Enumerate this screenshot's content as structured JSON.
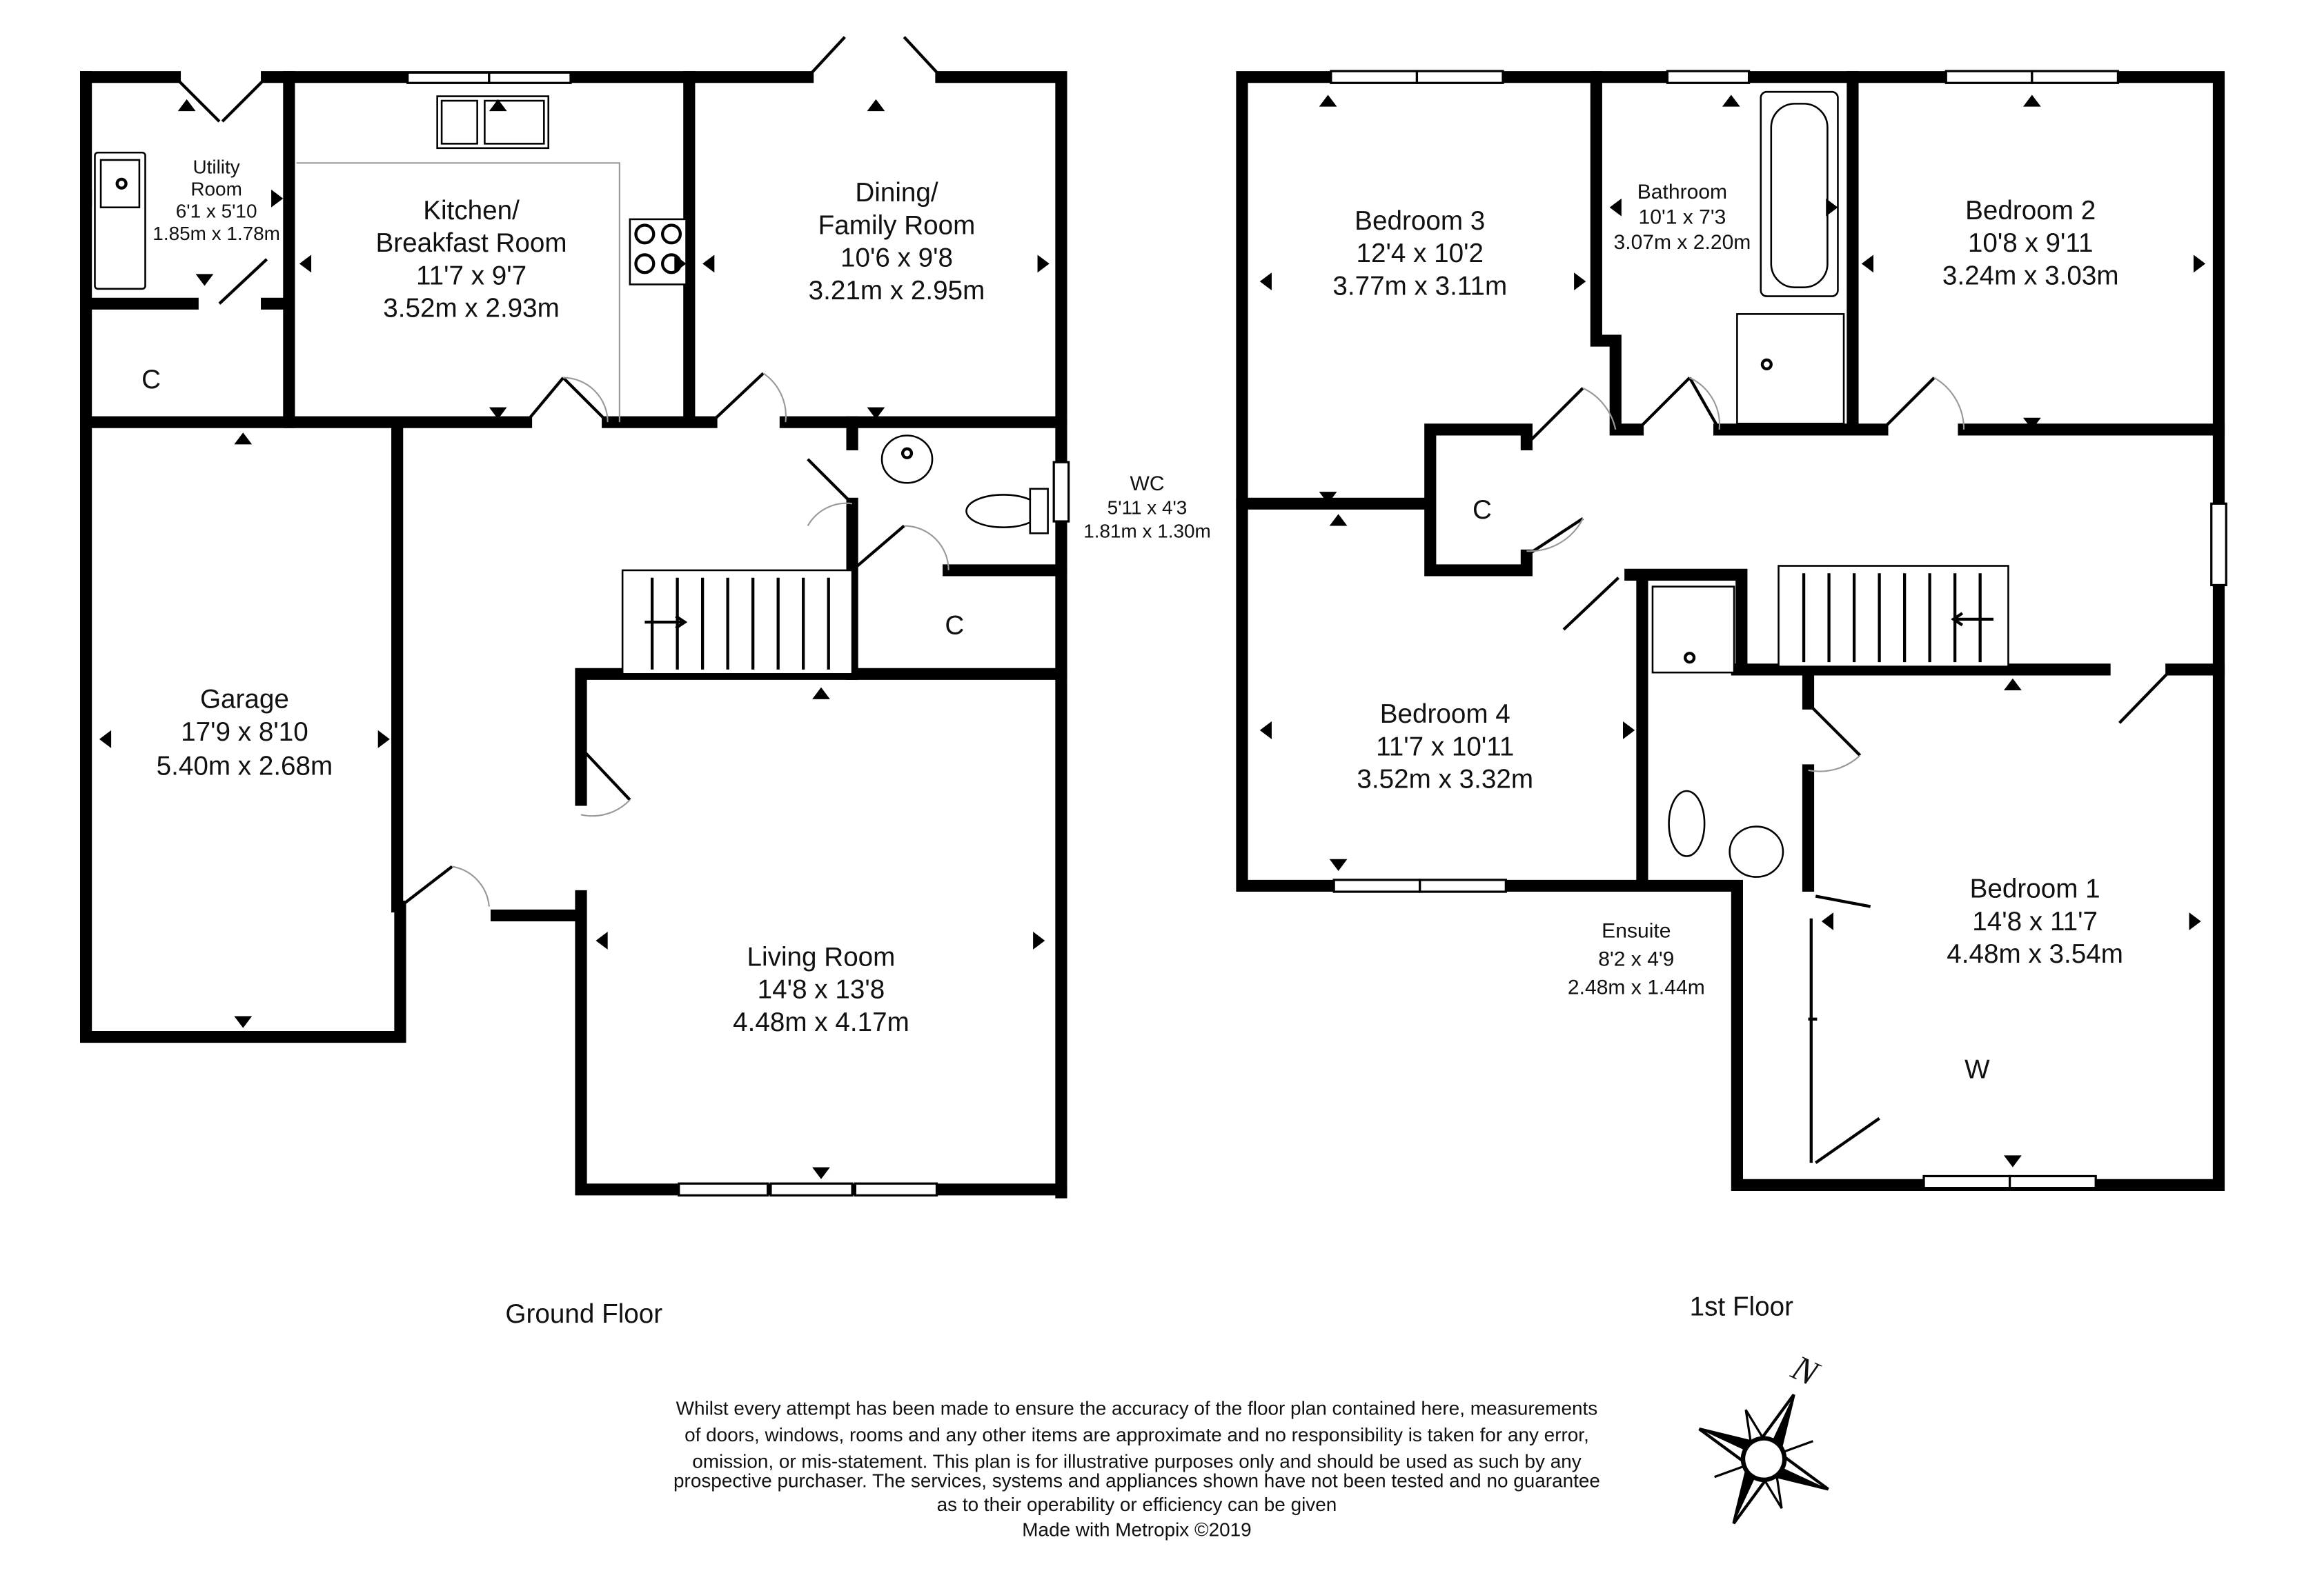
{
  "ground_floor": {
    "title": "Ground Floor",
    "rooms": {
      "utility": {
        "name1": "Utility",
        "name2": "Room",
        "imperial": "6'1 x 5'10",
        "metric": "1.85m x 1.78m"
      },
      "kitchen": {
        "name1": "Kitchen/",
        "name2": "Breakfast Room",
        "imperial": "11'7 x 9'7",
        "metric": "3.52m x 2.93m"
      },
      "dining": {
        "name1": "Dining/",
        "name2": "Family Room",
        "imperial": "10'6 x 9'8",
        "metric": "3.21m x 2.95m"
      },
      "cupboard1": {
        "name": "C"
      },
      "wc": {
        "name": "WC",
        "imperial": "5'11 x 4'3",
        "metric": "1.81m x 1.30m"
      },
      "cupboard2": {
        "name": "C"
      },
      "garage": {
        "name": "Garage",
        "imperial": "17'9 x 8'10",
        "metric": "5.40m x 2.68m"
      },
      "living": {
        "name": "Living Room",
        "imperial": "14'8 x 13'8",
        "metric": "4.48m x 4.17m"
      }
    }
  },
  "first_floor": {
    "title": "1st Floor",
    "rooms": {
      "bedroom3": {
        "name": "Bedroom 3",
        "imperial": "12'4 x 10'2",
        "metric": "3.77m x 3.11m"
      },
      "bathroom": {
        "name": "Bathroom",
        "imperial": "10'1 x 7'3",
        "metric": "3.07m x 2.20m"
      },
      "bedroom2": {
        "name": "Bedroom 2",
        "imperial": "10'8 x 9'11",
        "metric": "3.24m x 3.03m"
      },
      "cupboard": {
        "name": "C"
      },
      "bedroom4": {
        "name": "Bedroom 4",
        "imperial": "11'7 x 10'11",
        "metric": "3.52m x 3.32m"
      },
      "ensuite": {
        "name": "Ensuite",
        "imperial": "8'2 x 4'9",
        "metric": "2.48m x 1.44m"
      },
      "bedroom1": {
        "name": "Bedroom 1",
        "imperial": "14'8 x 11'7",
        "metric": "4.48m x 3.54m"
      },
      "wardrobe": {
        "name": "W"
      }
    }
  },
  "compass": {
    "label": "N"
  },
  "disclaimer": {
    "lines": [
      "Whilst every attempt has been made to ensure the accuracy of the floor plan contained here, measurements",
      "of doors, windows, rooms and any other items are approximate and no responsibility is taken for any error,",
      "omission, or mis-statement. This plan is for illustrative purposes only and should be used as such by any",
      "prospective purchaser. The services, systems and appliances shown have not been tested and no guarantee",
      "as to their operability or efficiency can be given"
    ],
    "credit": "Made with Metropix ©2019"
  }
}
